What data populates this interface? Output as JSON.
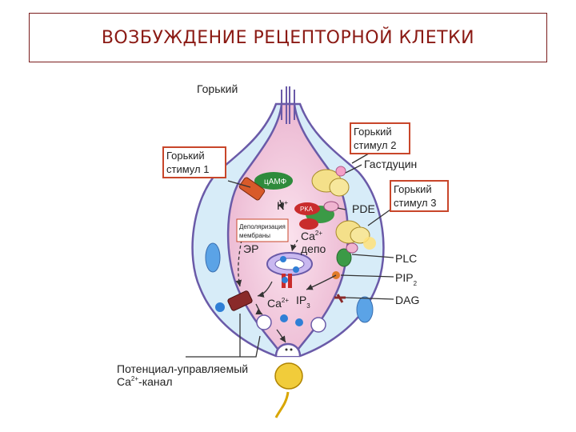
{
  "slide": {
    "title": "ВОЗБУЖДЕНИЕ РЕЦЕПТОРНОЙ КЛЕТКИ"
  },
  "diagram": {
    "top_label": "Горький",
    "stimulus1": [
      "Горький",
      "стимул 1"
    ],
    "stimulus2": [
      "Горький",
      "стимул 2"
    ],
    "stimulus3": [
      "Горький",
      "стимул 3"
    ],
    "gustducin": "Гастдуцин",
    "camp": "цАМФ",
    "k_ion": "K",
    "k_charge": "+",
    "pka": "PKA",
    "depolarization": [
      "Деполяризация",
      "мембраны"
    ],
    "pde": "PDE",
    "er": "ЭР",
    "ca_depot": "Ca",
    "ca_depot_charge": "2+",
    "depot": "депо",
    "plc": "PLC",
    "pip": "PIP",
    "pip_sub": "2",
    "dag": "DAG",
    "ip": "IP",
    "ip_sub": "3",
    "ca_lower": "Ca",
    "ca_lower_charge": "2+",
    "channel_label": [
      "Потенциал-управляемый",
      "Ca",
      "2+",
      "-канал"
    ]
  },
  "colors": {
    "title": "#8b1a14",
    "box_border": "#c8462a",
    "cell_fill": "#f0c8dc",
    "outer_fill": "#d7ecf8",
    "membrane": "#6a5aa8",
    "arrow": "#333333"
  }
}
